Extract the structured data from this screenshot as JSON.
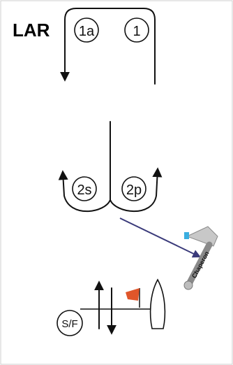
{
  "diagram": {
    "title": "LAR",
    "marks": {
      "mark_1a": "1a",
      "mark_1": "1",
      "mark_2s": "2s",
      "mark_2p": "2p",
      "start_finish": "S/F"
    },
    "committee_boat_label": "Chaperon",
    "colors": {
      "line": "#111111",
      "arrow_to_boat": "#3a3a7a",
      "flag": "#e0562a",
      "boat_fill": "#c8c8c8",
      "boat_flag": "#3aaee0",
      "frame": "#cfcfcf"
    }
  }
}
